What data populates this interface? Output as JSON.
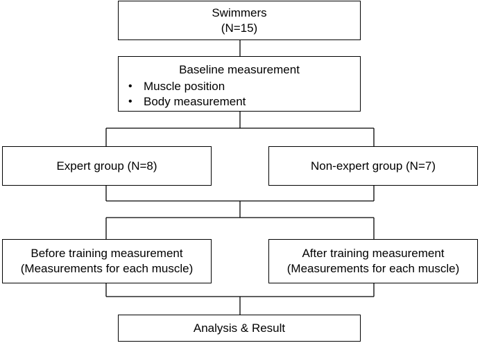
{
  "diagram": {
    "swimmers": {
      "title": "Swimmers",
      "count": "(N=15)"
    },
    "baseline": {
      "title": "Baseline measurement",
      "items": [
        "Muscle position",
        "Body measurement"
      ],
      "bullet": "•"
    },
    "groups": {
      "expert": "Expert group (N=8)",
      "non_expert": "Non-expert group (N=7)"
    },
    "measurements": {
      "before": {
        "title": "Before training measurement",
        "detail": "(Measurements for each muscle)"
      },
      "after": {
        "title": "After training measurement",
        "detail": "(Measurements for each muscle)"
      }
    },
    "result": "Analysis & Result"
  }
}
